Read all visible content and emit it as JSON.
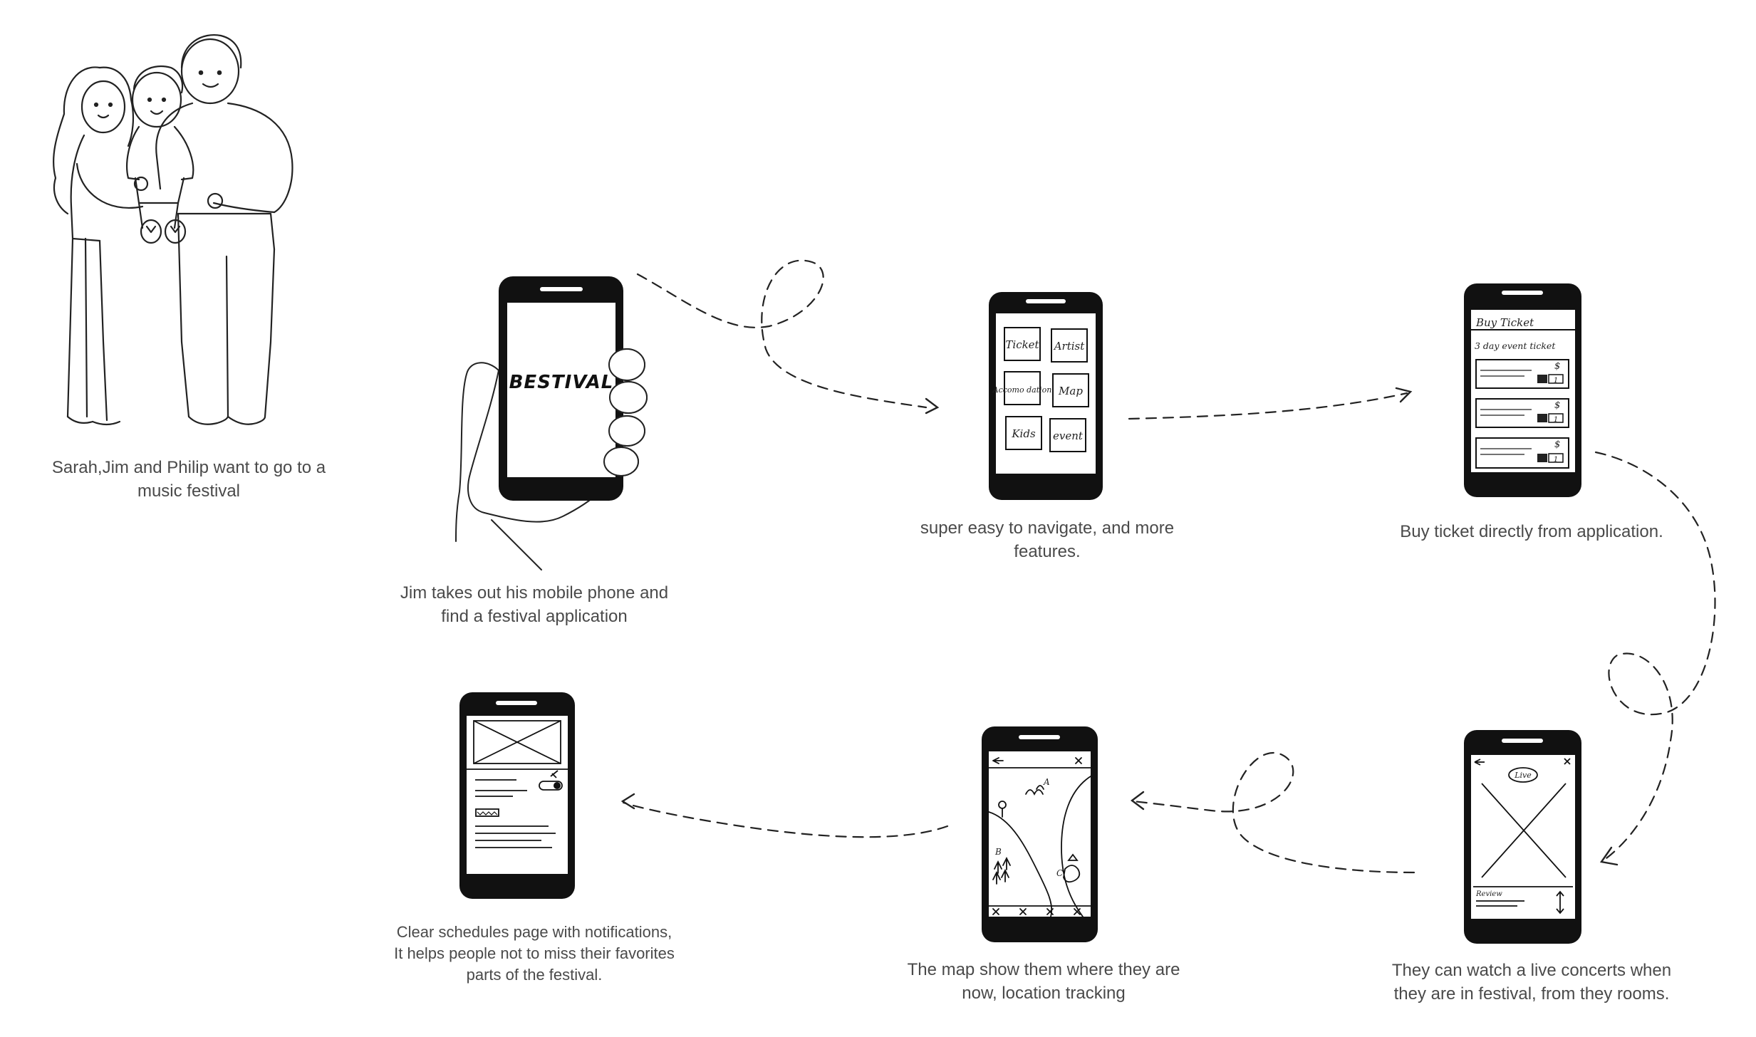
{
  "captions": {
    "family": [
      "Sarah,Jim and Philip want to go to a",
      "music festival"
    ],
    "phone": [
      "Jim takes out his mobile phone and",
      "find a festival application"
    ],
    "navigate": [
      "super easy to navigate, and more",
      "features."
    ],
    "ticket": [
      "Buy ticket directly from application."
    ],
    "live": [
      "They can watch a live concerts when",
      "they are in festival, from they rooms."
    ],
    "map": [
      "The map show them where they are",
      "now, location tracking"
    ],
    "schedule": [
      "Clear schedules page with notifications,",
      "It helps people not to miss their favorites",
      "parts of the festival."
    ]
  },
  "app_splash": {
    "title": "BESTIVAL"
  },
  "menu_tiles": [
    "Ticket",
    "Artist",
    "Accomo dation",
    "Map",
    "Kids",
    "event"
  ],
  "ticket_screen": {
    "header": "Buy Ticket",
    "item": "3 day event ticket",
    "price_symbol": "$",
    "quantity": "1"
  },
  "live_screen": {
    "badge": "Live",
    "review": "Review"
  },
  "map_screen": {
    "point_a": "A",
    "point_b": "B",
    "point_c": "C"
  },
  "colors": {
    "ink": "#111111",
    "caption": "#4a4a4a",
    "background": "#ffffff"
  }
}
